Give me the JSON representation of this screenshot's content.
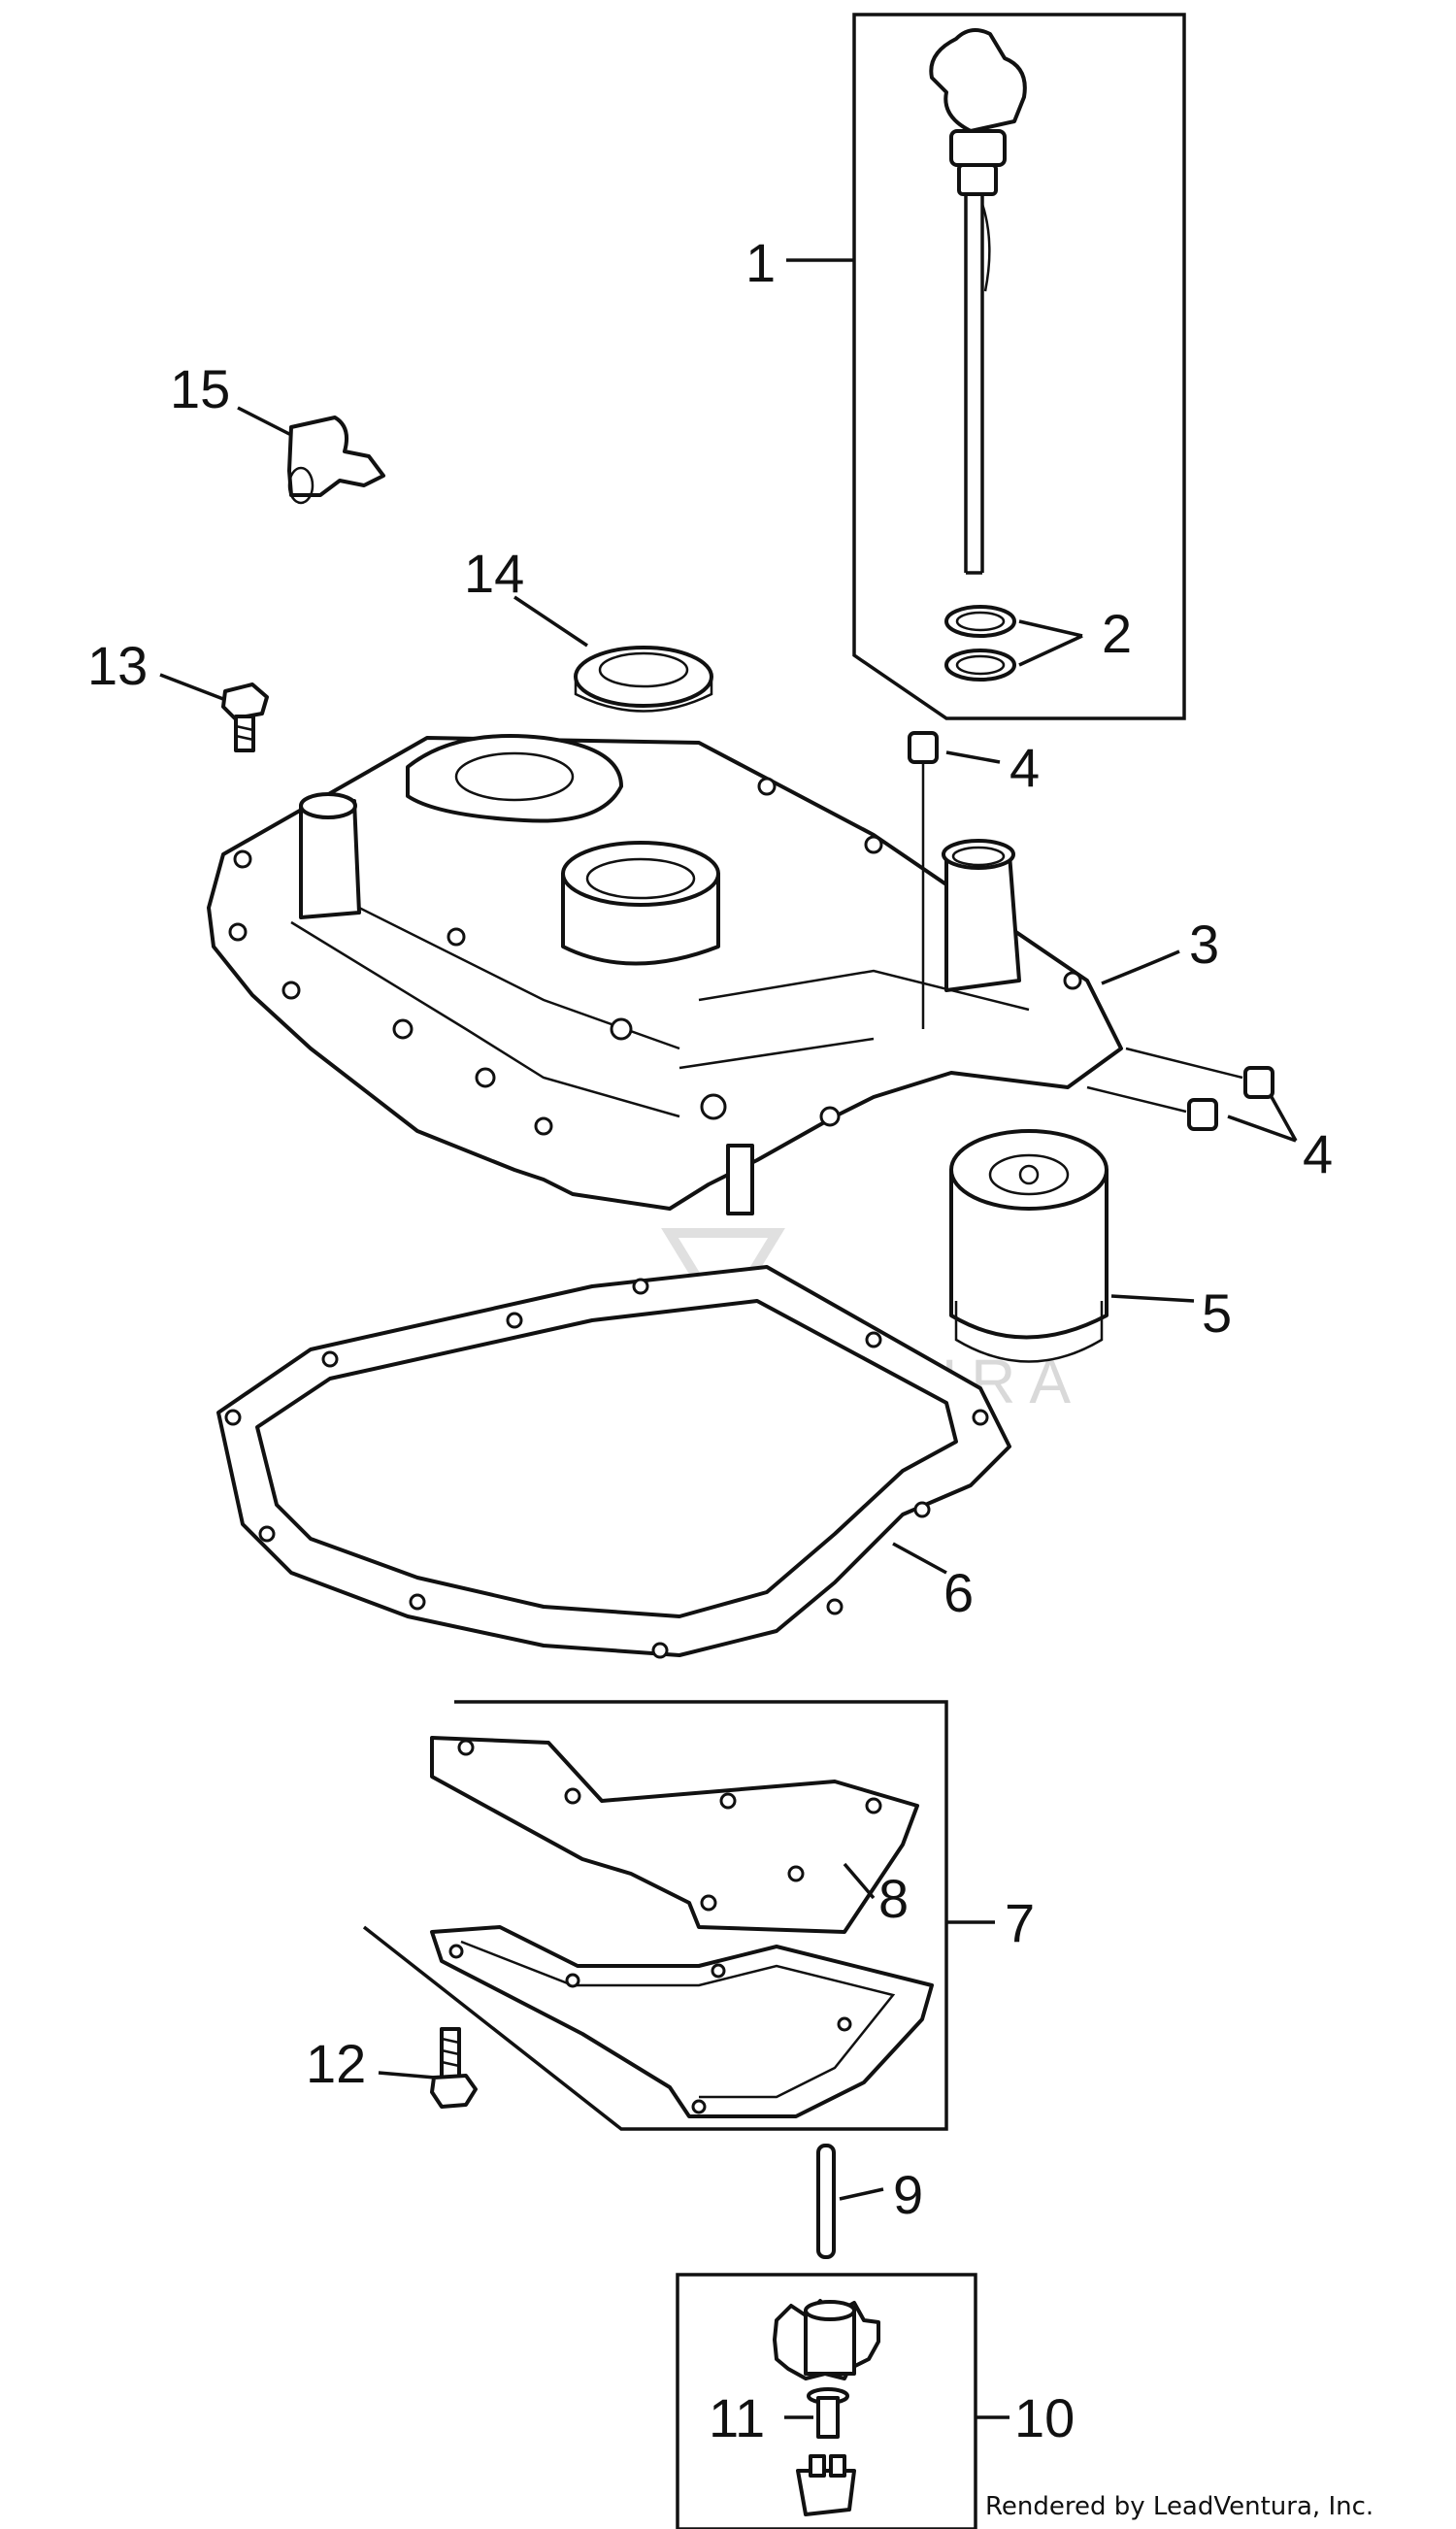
{
  "callouts": {
    "c1": "1",
    "c2": "2",
    "c3": "3",
    "c4a": "4",
    "c4b": "4",
    "c5": "5",
    "c6": "6",
    "c7": "7",
    "c8": "8",
    "c9": "9",
    "c10": "10",
    "c11": "11",
    "c12": "12",
    "c13": "13",
    "c14": "14",
    "c15": "15"
  },
  "watermark": "LEADVENTURA",
  "footer": "Rendered by LeadVentura, Inc.",
  "colors": {
    "line": "#111111",
    "background": "#ffffff",
    "watermark": "#d9d9d9"
  }
}
